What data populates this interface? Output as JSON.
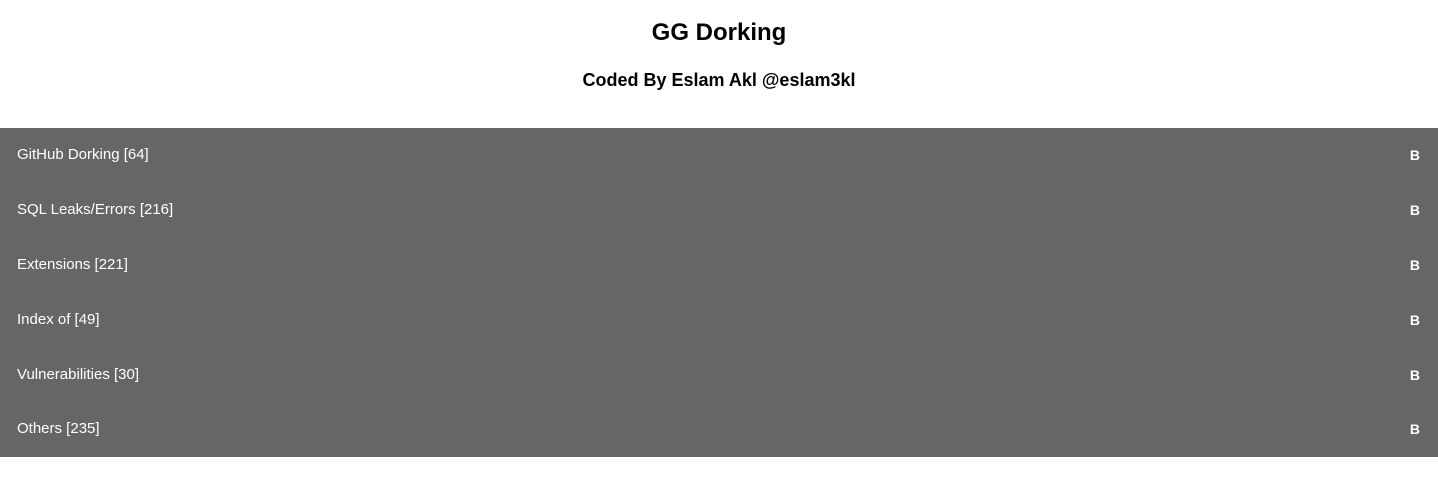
{
  "header": {
    "title": "GG Dorking",
    "subtitle": "Coded By Eslam Akl @eslam3kl"
  },
  "colors": {
    "background": "#ffffff",
    "category_bar": "#666666",
    "category_text": "#ffffff"
  },
  "categories": [
    {
      "label": "GitHub Dorking [64]",
      "toggle": "B"
    },
    {
      "label": "SQL Leaks/Errors [216]",
      "toggle": "B"
    },
    {
      "label": "Extensions [221]",
      "toggle": "B"
    },
    {
      "label": "Index of [49]",
      "toggle": "B"
    },
    {
      "label": "Vulnerabilities [30]",
      "toggle": "B"
    },
    {
      "label": "Others [235]",
      "toggle": "B"
    }
  ]
}
